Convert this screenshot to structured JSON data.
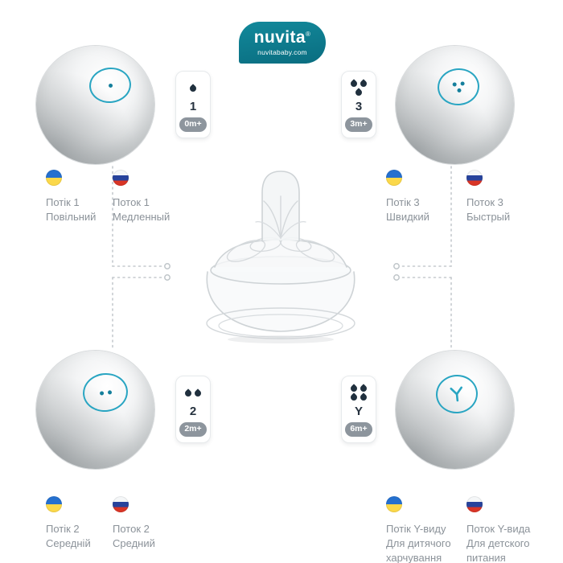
{
  "logo": {
    "brand": "nuvita",
    "registered": "®",
    "site": "nuvitababy.com"
  },
  "colors": {
    "brand_teal": "#0d8093",
    "accent_ring": "#29a5c2",
    "drop_dark": "#20303e",
    "age_pill_bg": "#8d959d",
    "label_text": "#8b9299",
    "connector_gray": "#c5cace",
    "flag_ua_blue": "#2570cf",
    "flag_ua_yellow": "#fbd84a",
    "flag_ru_blue": "#27439c",
    "flag_ru_red": "#d93526"
  },
  "callouts": [
    {
      "position": "top-left",
      "flow_number": "1",
      "age": "0m+",
      "drops": 1,
      "holes": 1,
      "hole_pattern": "single-hole",
      "ua_lines": [
        "Потік 1",
        "Повільний"
      ],
      "ru_lines": [
        "Поток 1",
        "Медленный"
      ]
    },
    {
      "position": "top-right",
      "flow_number": "3",
      "age": "3m+",
      "drops": 3,
      "holes": 3,
      "hole_pattern": "three-holes",
      "ua_lines": [
        "Потік 3",
        "Швидкий"
      ],
      "ru_lines": [
        "Поток 3",
        "Быстрый"
      ]
    },
    {
      "position": "bottom-left",
      "flow_number": "2",
      "age": "2m+",
      "drops": 2,
      "holes": 2,
      "hole_pattern": "two-holes",
      "ua_lines": [
        "Потік 2",
        "Середній"
      ],
      "ru_lines": [
        "Поток 2",
        "Средний"
      ]
    },
    {
      "position": "bottom-right",
      "flow_number": "Y",
      "age": "6m+",
      "drops": 4,
      "holes": 0,
      "hole_pattern": "y-cut",
      "ua_lines": [
        "Потік Y-виду",
        "Для дитячого",
        "харчування"
      ],
      "ru_lines": [
        "Поток Y-вида",
        "Для детского",
        "питания"
      ]
    }
  ]
}
